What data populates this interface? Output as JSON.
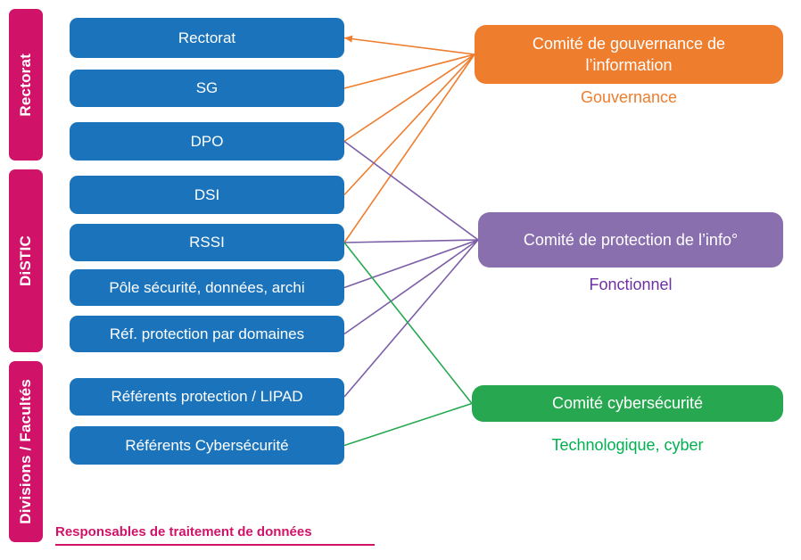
{
  "colors": {
    "pink": "#D01369",
    "blue": "#1B74BB"
  },
  "groups": [
    {
      "id": "rectorat-group",
      "label": "Rectorat"
    },
    {
      "id": "distic-group",
      "label": "DiSTIC"
    },
    {
      "id": "divisions-group",
      "label": "Divisions / Facultés"
    }
  ],
  "units": [
    {
      "id": "rectorat",
      "label": "Rectorat"
    },
    {
      "id": "sg",
      "label": "SG"
    },
    {
      "id": "dpo",
      "label": "DPO"
    },
    {
      "id": "dsi",
      "label": "DSI"
    },
    {
      "id": "rssi",
      "label": "RSSI"
    },
    {
      "id": "pole",
      "label": "Pôle sécurité, données, archi"
    },
    {
      "id": "ref-domaines",
      "label": "Réf. protection par domaines"
    },
    {
      "id": "ref-lipad",
      "label": "Référents protection / LIPAD"
    },
    {
      "id": "ref-cyber",
      "label": "Référents Cybersécurité"
    }
  ],
  "committees": [
    {
      "id": "gouvernance",
      "label": "Comité de gouvernance de l’information",
      "tag": "Gouvernance",
      "color": "#EE7D2E",
      "tag_color": "#EE7D2E",
      "line_color": "#EE7D2E"
    },
    {
      "id": "protection",
      "label": "Comité de protection de l’info°",
      "tag": "Fonctionnel",
      "color": "#8A6FAE",
      "tag_color": "#7030A0",
      "line_color": "#7B5EA7"
    },
    {
      "id": "cyber",
      "label": "Comité cybersécurité",
      "tag": "Technologique, cyber",
      "color": "#27A850",
      "tag_color": "#00B050",
      "line_color": "#27A850"
    }
  ],
  "connections": [
    {
      "from": "gouvernance",
      "to": "rectorat",
      "arrow": true
    },
    {
      "from": "gouvernance",
      "to": "sg",
      "arrow": false
    },
    {
      "from": "gouvernance",
      "to": "dpo",
      "arrow": false
    },
    {
      "from": "gouvernance",
      "to": "dsi",
      "arrow": false
    },
    {
      "from": "gouvernance",
      "to": "rssi",
      "arrow": false
    },
    {
      "from": "protection",
      "to": "dpo",
      "arrow": false
    },
    {
      "from": "protection",
      "to": "rssi",
      "arrow": false
    },
    {
      "from": "protection",
      "to": "pole",
      "arrow": false
    },
    {
      "from": "protection",
      "to": "ref-domaines",
      "arrow": false
    },
    {
      "from": "protection",
      "to": "ref-lipad",
      "arrow": false
    },
    {
      "from": "cyber",
      "to": "rssi",
      "arrow": false
    },
    {
      "from": "cyber",
      "to": "ref-cyber",
      "arrow": false
    }
  ],
  "footer": {
    "label": "Responsables de traitement de données"
  }
}
